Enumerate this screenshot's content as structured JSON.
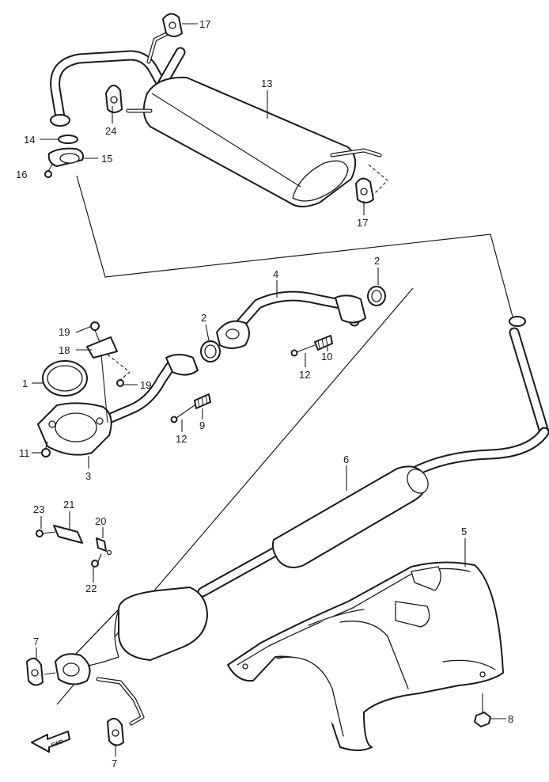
{
  "diagram": {
    "callouts": [
      {
        "id": "c17a",
        "label": "17"
      },
      {
        "id": "c13",
        "label": "13"
      },
      {
        "id": "c24",
        "label": "24"
      },
      {
        "id": "c14",
        "label": "14"
      },
      {
        "id": "c15",
        "label": "15"
      },
      {
        "id": "c16",
        "label": "16"
      },
      {
        "id": "c17b",
        "label": "17"
      },
      {
        "id": "c2a",
        "label": "2"
      },
      {
        "id": "c4",
        "label": "4"
      },
      {
        "id": "c2b",
        "label": "2"
      },
      {
        "id": "c19a",
        "label": "19"
      },
      {
        "id": "c18",
        "label": "18"
      },
      {
        "id": "c10",
        "label": "10"
      },
      {
        "id": "c12a",
        "label": "12"
      },
      {
        "id": "c1",
        "label": "1"
      },
      {
        "id": "c19b",
        "label": "19"
      },
      {
        "id": "c9",
        "label": "9"
      },
      {
        "id": "c12b",
        "label": "12"
      },
      {
        "id": "c11",
        "label": "11"
      },
      {
        "id": "c3",
        "label": "3"
      },
      {
        "id": "c6",
        "label": "6"
      },
      {
        "id": "c23",
        "label": "23"
      },
      {
        "id": "c21",
        "label": "21"
      },
      {
        "id": "c20",
        "label": "20"
      },
      {
        "id": "c5",
        "label": "5"
      },
      {
        "id": "c22",
        "label": "22"
      },
      {
        "id": "c7a",
        "label": "7"
      },
      {
        "id": "c8",
        "label": "8"
      },
      {
        "id": "c7b",
        "label": "7"
      }
    ],
    "front_arrow_label": "FWD"
  }
}
